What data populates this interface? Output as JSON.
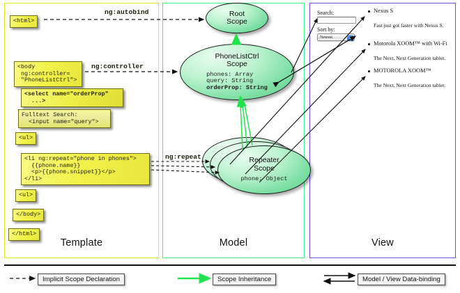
{
  "columns": [
    {
      "key": "template",
      "label": "Template",
      "border": "#e9e81f"
    },
    {
      "key": "model",
      "label": "Model",
      "border": "#3ff08a"
    },
    {
      "key": "view",
      "label": "View",
      "border": "#6a4fe0"
    }
  ],
  "template": {
    "boxes": [
      {
        "name": "html-open",
        "text": "<html>"
      },
      {
        "name": "body-open",
        "text": "<body\n ng:controller=\n \"PhoneListCtrl\">"
      },
      {
        "name": "select-orderprop",
        "text": "<select name=\"orderProp\"\n  ...>"
      },
      {
        "name": "fulltext-search",
        "text": "Fulltext Search:\n  <input name=\"query\">"
      },
      {
        "name": "ul-open",
        "text": "<ul>"
      },
      {
        "name": "li-repeat",
        "text": "<li ng:repeat=\"phone in phones\">\n  {{phone.name}}\n  <p>{{phone.snippet}}</p>\n</li>"
      },
      {
        "name": "ul-close",
        "text": "<ul>"
      },
      {
        "name": "body-close",
        "text": "</body>"
      },
      {
        "name": "html-close",
        "text": "</html>"
      }
    ]
  },
  "model": {
    "scopes": [
      {
        "name": "root-scope",
        "title": "Root\nScope",
        "props": ""
      },
      {
        "name": "phonelistctrl-scope",
        "title": "PhoneListCtrl\nScope",
        "props": "phones: Array\nquery: String",
        "props_bold": "orderProp: String"
      },
      {
        "name": "repeater-scope",
        "title": "Repeater\nScope",
        "props": "phone: Object"
      }
    ]
  },
  "view": {
    "search_label": "Search:",
    "search_value": "",
    "sort_label": "Sort by:",
    "sort_value": "Newest",
    "phones": [
      {
        "name": "Nexus S",
        "snippet": "Fast just got faster with Nexus S."
      },
      {
        "name": "Motorola XOOM™ with Wi-Fi",
        "snippet": "The Next, Next Generation tablet."
      },
      {
        "name": "MOTOROLA XOOM™",
        "snippet": "The Next, Next Generation tablet."
      }
    ]
  },
  "arrow_labels": {
    "autobind": "ng:autobind",
    "controller": "ng:controller",
    "repeat": "ng:repeat"
  },
  "legend": [
    {
      "name": "implicit-scope-declaration",
      "label": "Implicit Scope Declaration",
      "style": "dashed-black"
    },
    {
      "name": "scope-inheritance",
      "label": "Scope Inheritance",
      "style": "solid-green"
    },
    {
      "name": "model-view-data-binding",
      "label": "Model / View Data-binding",
      "style": "double-black"
    }
  ],
  "colors": {
    "template_border": "#e9e81f",
    "model_border": "#3ff08a",
    "view_border": "#6a4fe0",
    "inheritance_green": "#22e34b",
    "box_yellow": "#f2f24a",
    "scope_green": "#7fe0a6"
  }
}
